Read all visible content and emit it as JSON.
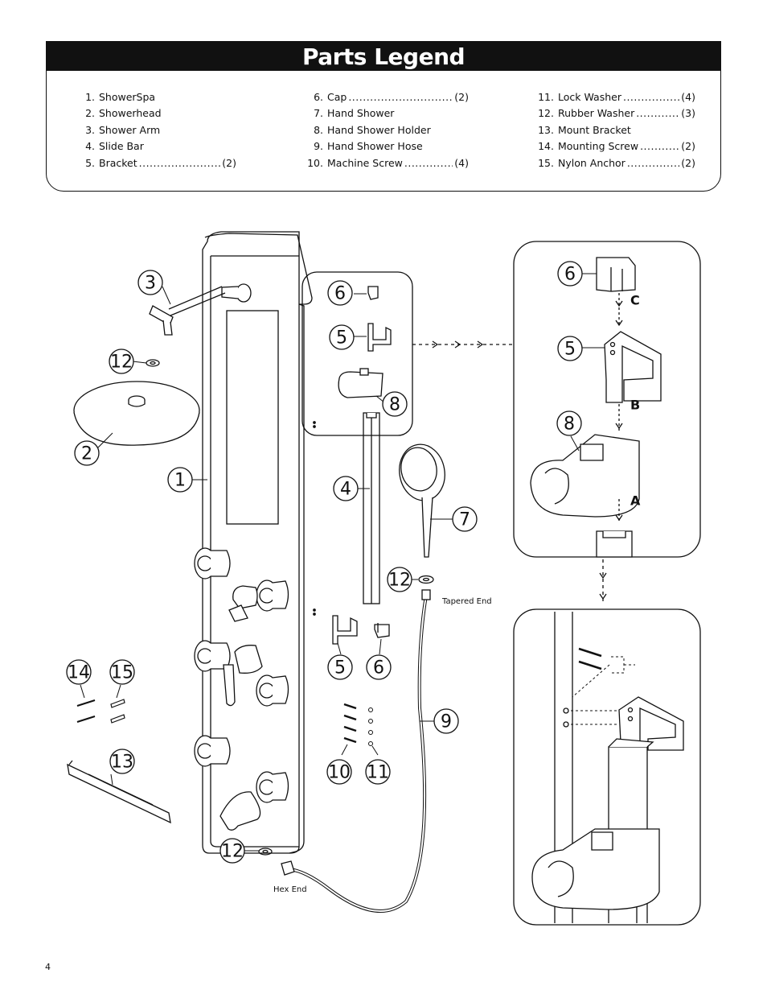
{
  "legend": {
    "title": "Parts Legend",
    "columns": [
      [
        {
          "num": "1.",
          "label": "ShowerSpa",
          "qty": ""
        },
        {
          "num": "2.",
          "label": "Showerhead",
          "qty": ""
        },
        {
          "num": "3.",
          "label": "Shower Arm",
          "qty": ""
        },
        {
          "num": "4.",
          "label": "Slide Bar",
          "qty": ""
        },
        {
          "num": "5.",
          "label": "Bracket",
          "qty": "(2)"
        }
      ],
      [
        {
          "num": "6.",
          "label": "Cap",
          "qty": "(2)"
        },
        {
          "num": "7.",
          "label": "Hand Shower",
          "qty": ""
        },
        {
          "num": "8.",
          "label": "Hand Shower Holder",
          "qty": ""
        },
        {
          "num": "9.",
          "label": "Hand Shower Hose",
          "qty": ""
        },
        {
          "num": "10.",
          "label": "Machine Screw",
          "qty": "(4)"
        }
      ],
      [
        {
          "num": "11.",
          "label": "Lock Washer",
          "qty": "(4)"
        },
        {
          "num": "12.",
          "label": "Rubber Washer",
          "qty": "(3)"
        },
        {
          "num": "13.",
          "label": "Mount Bracket",
          "qty": ""
        },
        {
          "num": "14.",
          "label": "Mounting Screw",
          "qty": "(2)"
        },
        {
          "num": "15.",
          "label": "Nylon Anchor",
          "qty": "(2)"
        }
      ]
    ]
  },
  "diagram": {
    "callouts": {
      "c1": "1",
      "c2": "2",
      "c3": "3",
      "c4": "4",
      "c5a": "5",
      "c5b": "5",
      "c5c": "5",
      "c6a": "6",
      "c6b": "6",
      "c6c": "6",
      "c7": "7",
      "c8a": "8",
      "c8b": "8",
      "c9": "9",
      "c10": "10",
      "c11": "11",
      "c12a": "12",
      "c12b": "12",
      "c12c": "12",
      "c13": "13",
      "c14": "14",
      "c15": "15"
    },
    "letters": {
      "a": "A",
      "b": "B",
      "c": "C"
    },
    "labels": {
      "tapered_end": "Tapered End",
      "hex_end": "Hex End"
    }
  },
  "page_number": "4"
}
